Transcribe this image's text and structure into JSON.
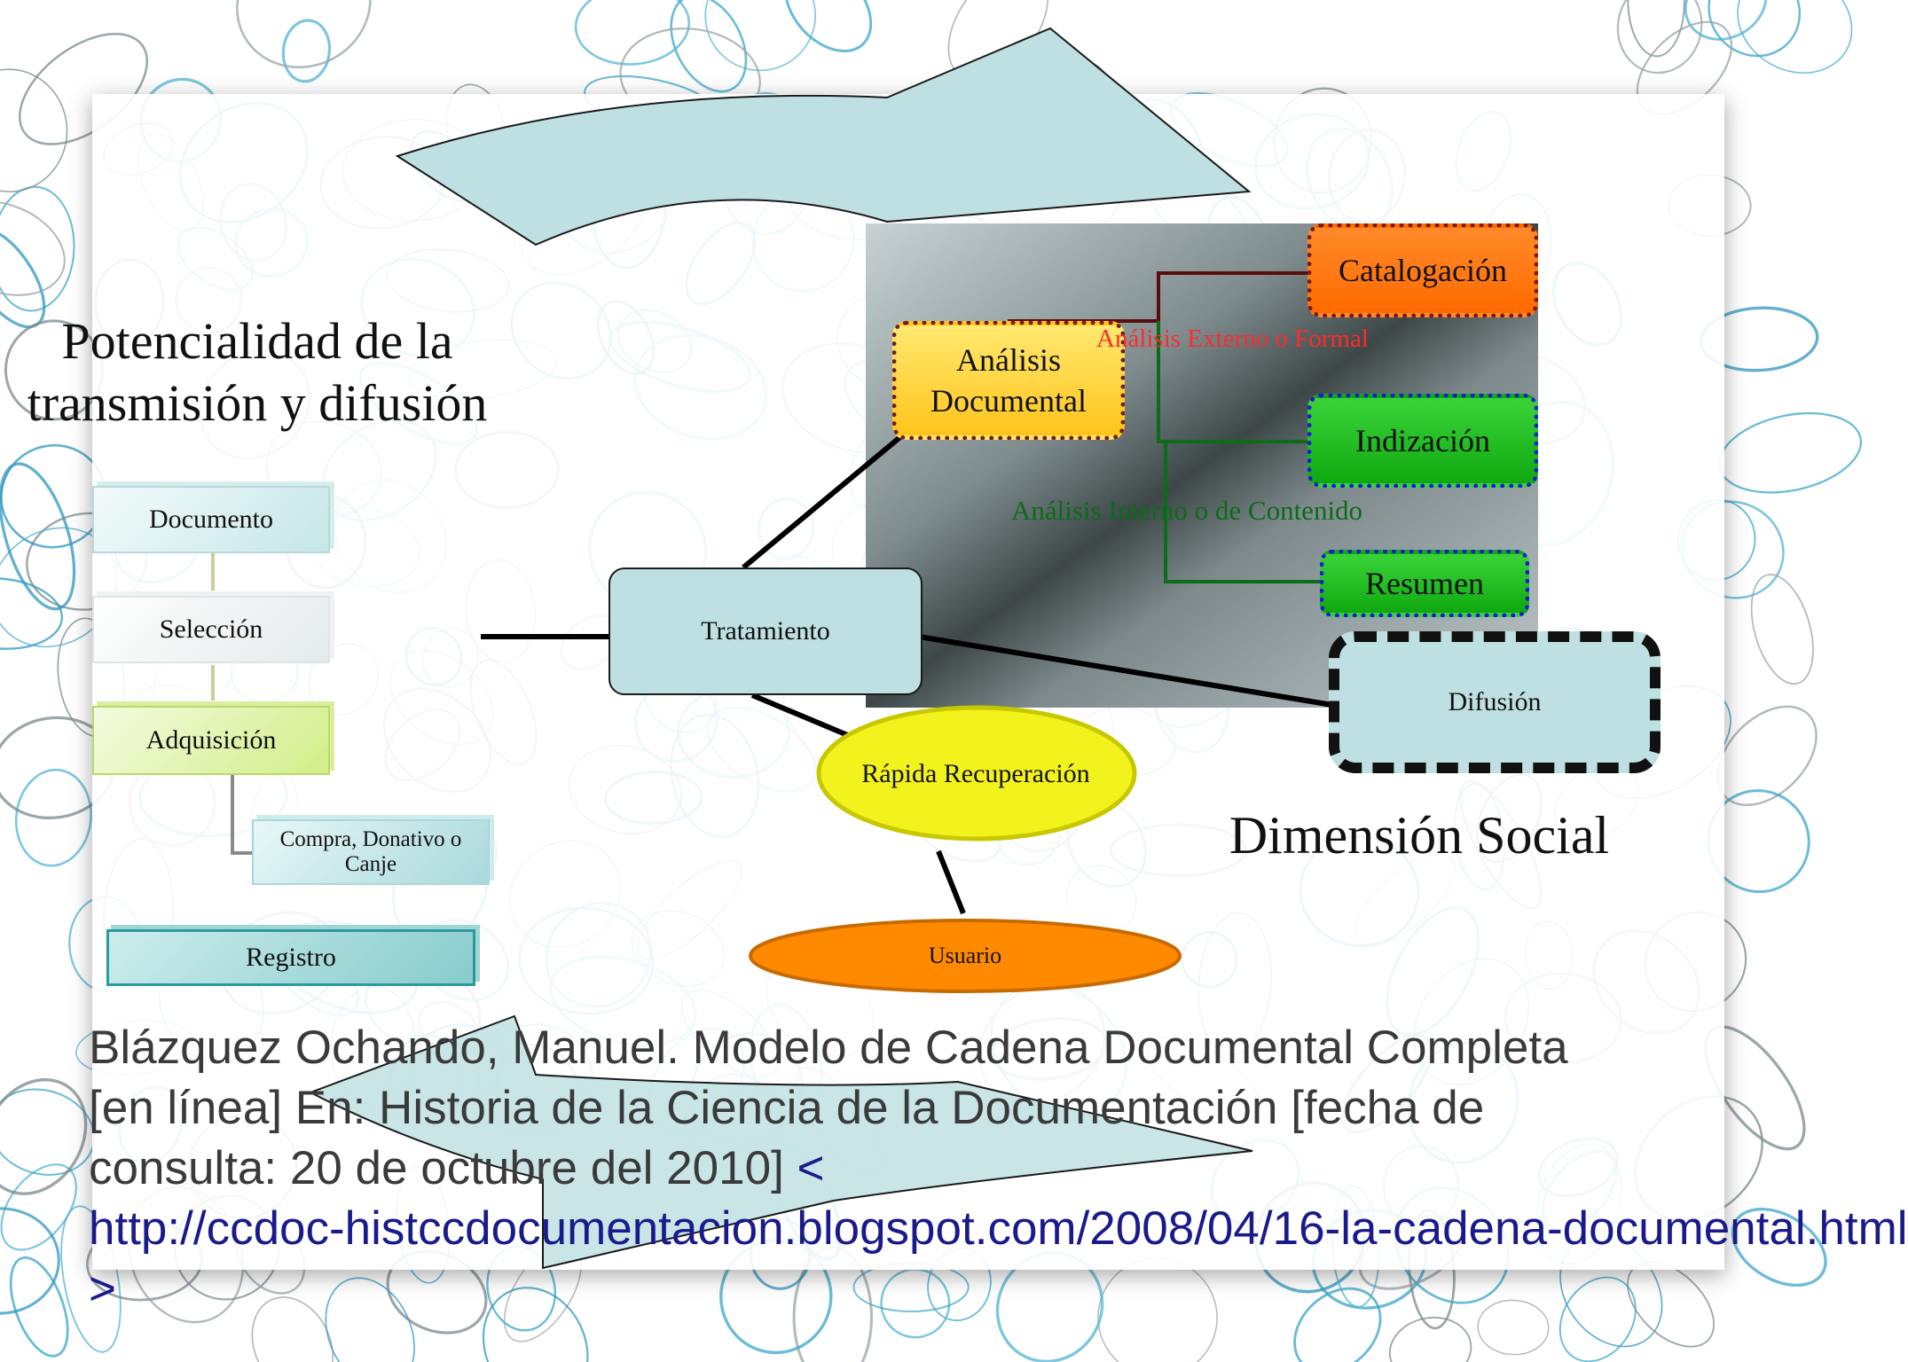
{
  "diagram": {
    "heading_left": "Potencialidad de la transmisión y difusión",
    "heading_right": "Dimensión Social",
    "process": {
      "documento": "Documento",
      "seleccion": "Selección",
      "adquisicion": "Adquisición",
      "compra": "Compra, Donativo o Canje",
      "registro": "Registro"
    },
    "nodes": {
      "tratamiento": "Tratamiento",
      "analisis": "Análisis Documental",
      "catalogacion": "Catalogación",
      "indizacion": "Indización",
      "resumen": "Resumen",
      "difusion": "Difusión",
      "recuperacion": "Rápida Recuperación",
      "usuario": "Usuario"
    },
    "branch_labels": {
      "externo": "Análisis Externo o Formal",
      "interno": "Análisis Interno o de Contenido"
    }
  },
  "citation": {
    "text": "Blázquez Ochando, Manuel. Modelo de Cadena Documental Completa [en línea] En: Historia de la Ciencia de la Documentación [fecha de consulta: 20 de octubre del 2010] ",
    "line1": "Blázquez Ochando, Manuel. Modelo de Cadena Documental Completa",
    "line2": "[en línea] En: Historia de la Ciencia de la Documentación [fecha de",
    "line3": "consulta: 20 de octubre del 2010]",
    "lt": "<",
    "url": "http://ccdoc-histccdocumentacion.blogspot.com/2008/04/16-la-cadena-documental.html",
    "gt": ">"
  },
  "colors": {
    "arrow_fill": "#bfe0e2",
    "catalogacion": "#ff7a1a",
    "analisis": "#ffd93a",
    "green_box": "#22c41c",
    "recuperacion": "#f2f21c",
    "usuario": "#ff8a00"
  }
}
